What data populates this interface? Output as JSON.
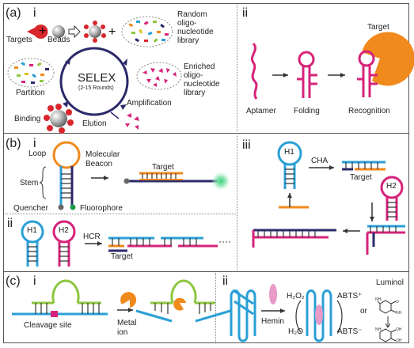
{
  "panel_a": {
    "label": "(a)",
    "sub_i": "i",
    "sub_ii": "ii",
    "targets": "Targets",
    "beads": "Beads",
    "random_lib": [
      "Random",
      "oligo-",
      "nucleotide",
      "library"
    ],
    "selex_title": "SELEX",
    "selex_rounds": "(2-15 Rounds)",
    "enriched_lib": [
      "Enriched",
      "oligo-",
      "nucleotide",
      "library"
    ],
    "partition": "Partition",
    "amplification": "Amplification",
    "binding": "Binding",
    "elution": "Elution",
    "target": "Target",
    "aptamer": "Aptamer",
    "folding": "Folding",
    "recognition": "Recognition"
  },
  "panel_b": {
    "label": "(b)",
    "sub_i": "i",
    "sub_ii": "ii",
    "sub_iii": "iii",
    "loop": "Loop",
    "molecular_beacon": [
      "Molecular",
      "Beacon"
    ],
    "stem": "Stem",
    "quencher": "Quencher",
    "fluorophore": "Fluorophore",
    "target": "Target",
    "h1": "H1",
    "h2": "H2",
    "hcr": "HCR",
    "hcr_target": "Target",
    "cha": "CHA",
    "cha_target": "Target",
    "iii_h1": "H1",
    "iii_h2": "H2"
  },
  "panel_c": {
    "label": "(c)",
    "sub_i": "i",
    "sub_ii": "ii",
    "cleavage_site": "Cleavage site",
    "metal_ion": [
      "Metal",
      "ion"
    ],
    "hemin": "Hemin",
    "h2o2": "H₂O₂",
    "h2o": "H₂O",
    "abts_ox": "ABTS⁺",
    "abts_red": "ABTS⁻",
    "or": "or",
    "luminol": "Luminol"
  },
  "colors": {
    "orange": "#f08a1c",
    "magenta": "#d6237a",
    "blue": "#2a9fd6",
    "navy": "#2c2a6b",
    "green": "#8cc63f",
    "red": "#d9262c",
    "pink": "#e89ac8"
  }
}
